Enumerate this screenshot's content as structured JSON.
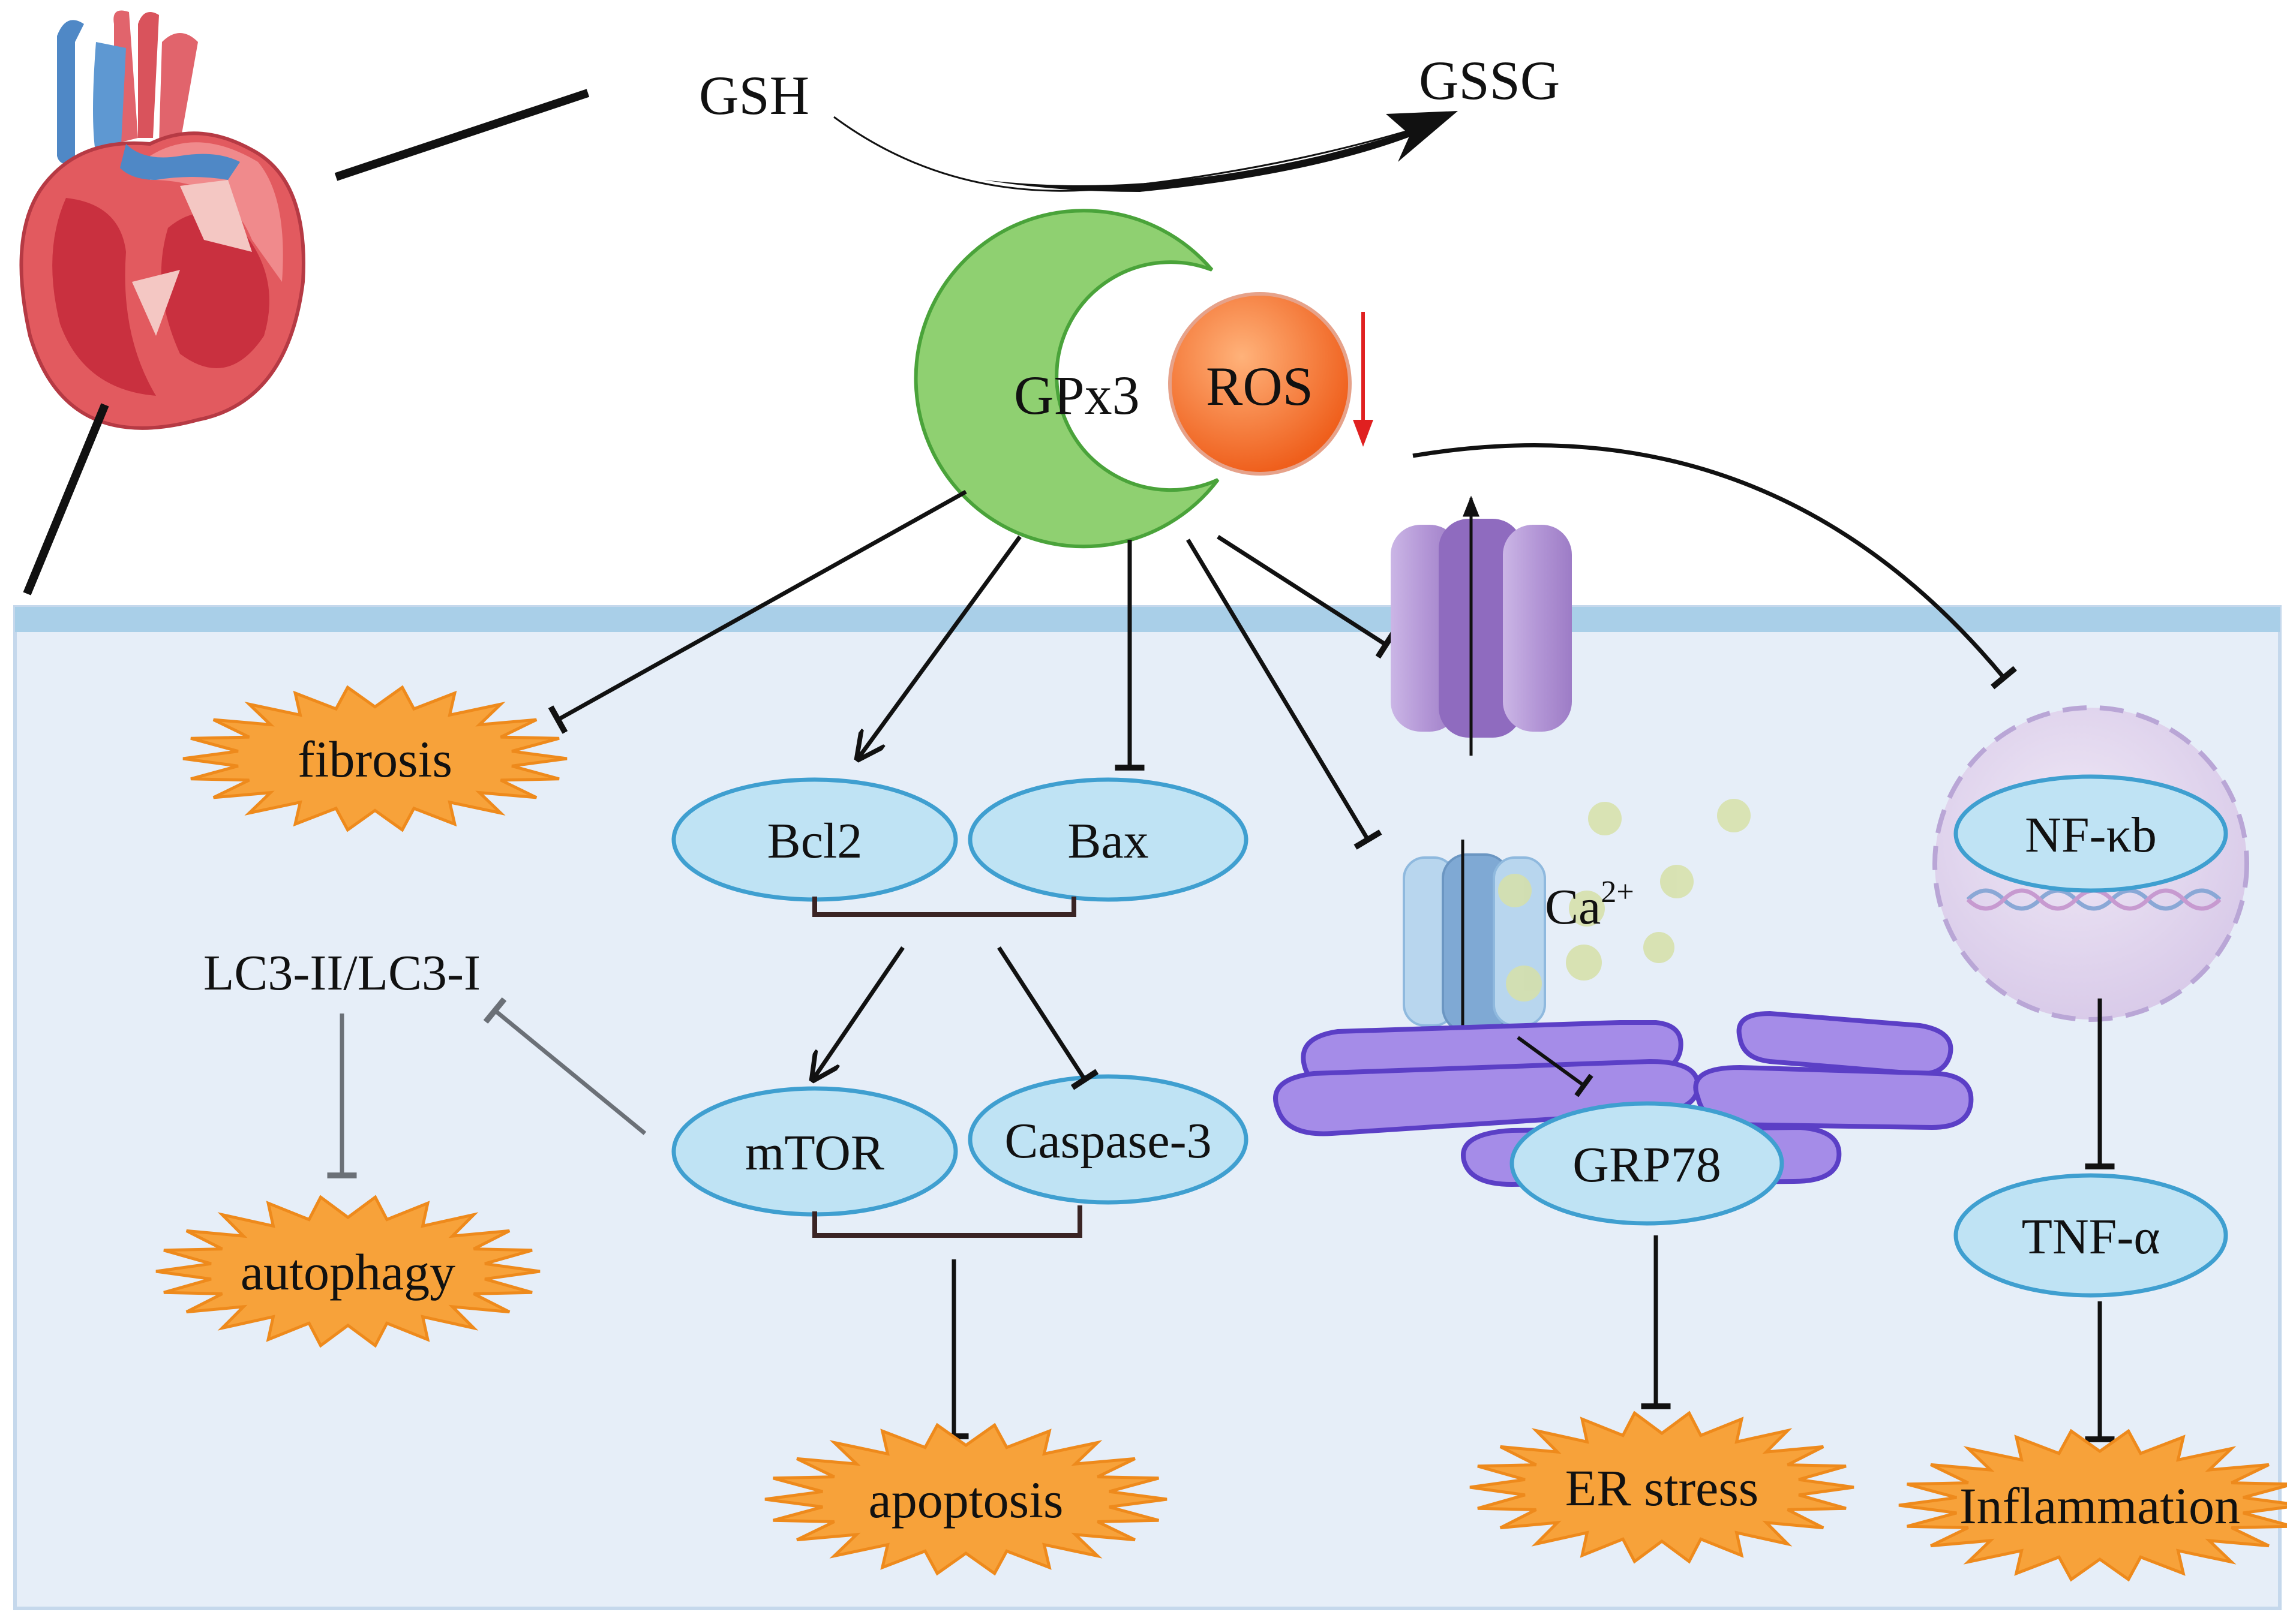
{
  "labels": {
    "gsh": "GSH",
    "gssg": "GSSG",
    "gpx3": "GPx3",
    "ros": "ROS",
    "ca": "Ca",
    "ca_charge": "2+"
  },
  "nodes": {
    "bcl2": "Bcl2",
    "bax": "Bax",
    "mtor": "mTOR",
    "caspase3": "Caspase-3",
    "grp78": "GRP78",
    "nfkb": "NF-κb",
    "tnfa": "TNF-α",
    "lc3": "LC3-II/LC3-I"
  },
  "outcomes": {
    "fibrosis": "fibrosis",
    "autophagy": "autophagy",
    "apoptosis": "apoptosis",
    "er_stress": "ER stress",
    "inflammation": "Inflammation"
  },
  "colors": {
    "cell_fill": "#e6eef8",
    "membrane": "#a9cfe8",
    "node_fill": "#bfe3f4",
    "node_stroke": "#3f9fd0",
    "burst_fill": "#f7a23a",
    "burst_stroke": "#ee8a1c",
    "gpx3_fill": "#8fd071",
    "ros_fill": "#f27830",
    "er_fill": "#a58ce8",
    "channel_fill": "#b69bd6",
    "nucleus_fill": "#e3d9ef",
    "arrow_black": "#111111",
    "arrow_gray": "#6b7077",
    "ros_down_arrow": "#e02020"
  }
}
